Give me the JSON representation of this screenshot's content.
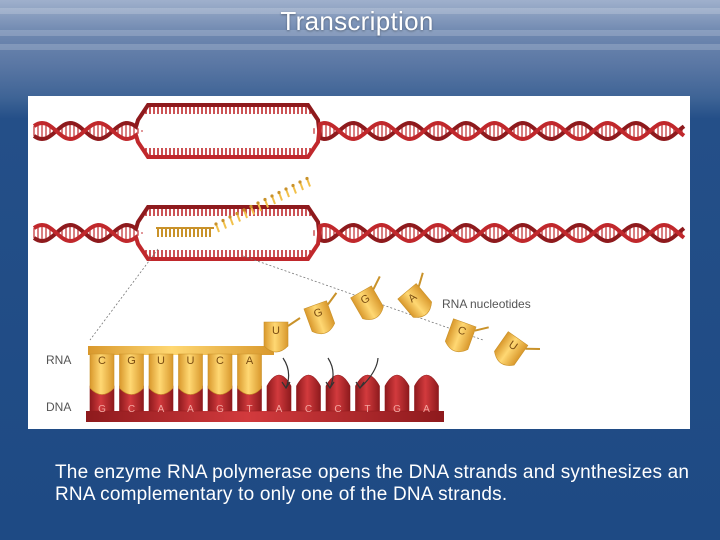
{
  "slide": {
    "title": "Transcription"
  },
  "diagram": {
    "rna_nucleotides_label": "RNA  nucleotides",
    "rna_row_label": "RNA",
    "dna_row_label": "DNA",
    "rna_bases": [
      "C",
      "G",
      "U",
      "U",
      "C",
      "A"
    ],
    "dna_bases": [
      "G",
      "C",
      "A",
      "A",
      "G",
      "T",
      "A",
      "C",
      "C",
      "T",
      "G",
      "A"
    ],
    "free_nucleotides": [
      "U",
      "G",
      "G",
      "A",
      "C",
      "U"
    ],
    "colors": {
      "dna": "#c0282c",
      "dna_dark": "#8e1a1d",
      "rna": "#f2c14a",
      "rna_dark": "#c9922a",
      "dna_text": "#f3a6a0"
    }
  },
  "caption": {
    "text": "The enzyme RNA polymerase opens the DNA strands and synthesizes an RNA complementary to only one of the DNA strands."
  }
}
